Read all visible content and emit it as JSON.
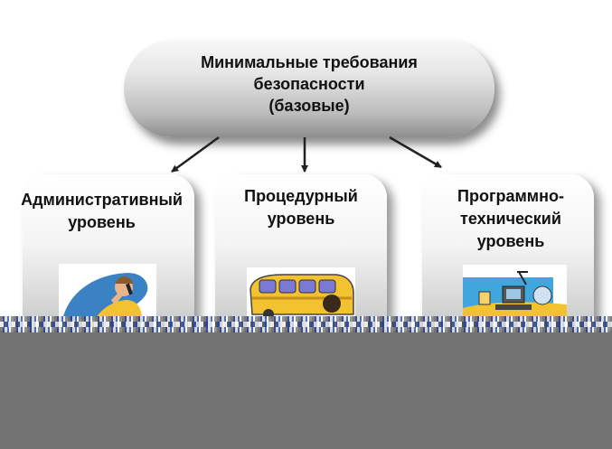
{
  "top_node": {
    "line1": "Минимальные требования",
    "line2": "безопасности",
    "line3": "(базовые)"
  },
  "levels": [
    {
      "line1": "Административный",
      "line2": "уровень",
      "illustration": "person-on-phone-clipart"
    },
    {
      "line1": "Процедурный",
      "line2": "уровень",
      "illustration": "bus-passenger-clipart"
    },
    {
      "line1": "Программно-",
      "line2": "технический",
      "line3": "уровень",
      "illustration": "computer-desk-clipart"
    }
  ],
  "colors": {
    "node_fill_light": "#f5f5f5",
    "node_fill_dark": "#8e8e8e",
    "arrow": "#222222",
    "bottom_area": "#727272",
    "clipart_blue": "#3b82c4",
    "clipart_yellow": "#f2c230"
  }
}
